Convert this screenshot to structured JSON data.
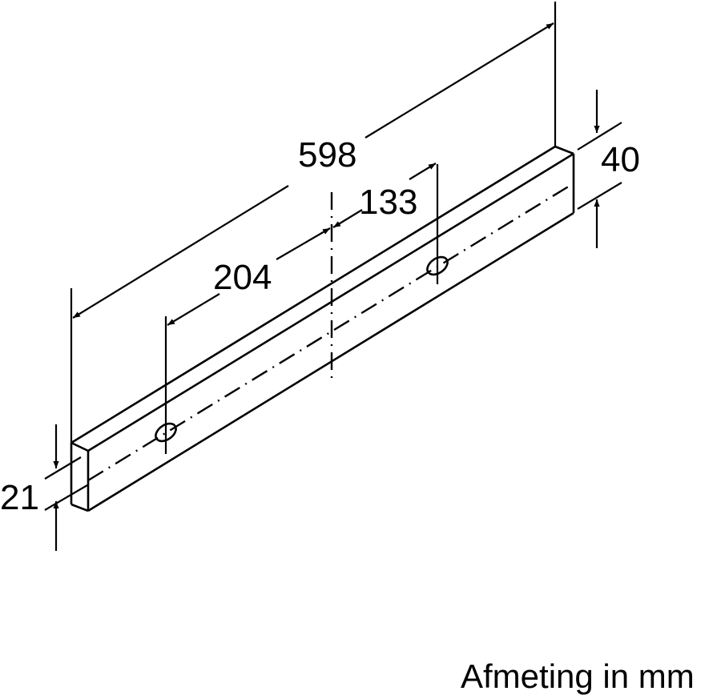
{
  "diagram": {
    "type": "technical-dimension-drawing",
    "subject": "isometric rectangular bar with two mounting holes",
    "dimensions": {
      "length": "598",
      "hole_spacing_left": "204",
      "hole_spacing_right": "133",
      "height": "40",
      "depth": "21"
    },
    "caption": "Afmeting in mm",
    "colors": {
      "line": "#000000",
      "background": "#ffffff"
    }
  }
}
